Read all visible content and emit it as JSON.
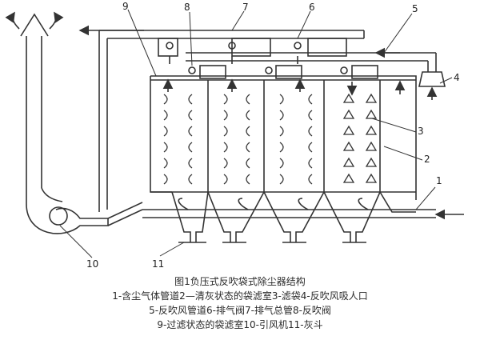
{
  "diagram": {
    "callouts": [
      "1",
      "2",
      "3",
      "4",
      "5",
      "6",
      "7",
      "8",
      "9",
      "10",
      "11"
    ],
    "captions": [
      "图1负压式反吹袋式除尘器结构",
      "1-含尘气体管道2—清灰状态的袋滤室3-滤袋4-反吹风吸人口",
      "5-反吹风管道6-排气阀7-排气总管8-反吹阀",
      "9-过滤状态的袋滤室10-引风机11-灰斗"
    ]
  }
}
